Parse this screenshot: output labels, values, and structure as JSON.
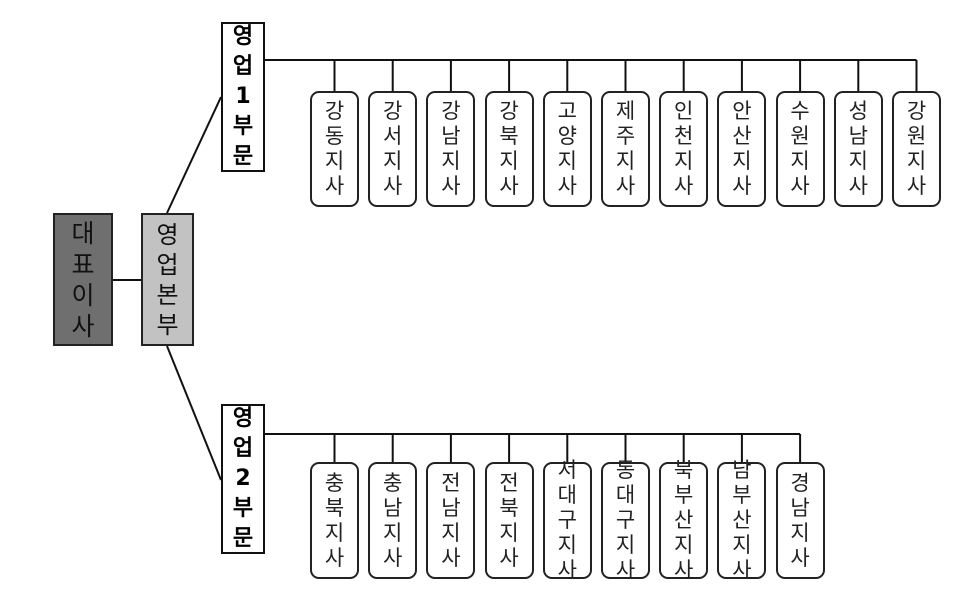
{
  "chart_data": {
    "ceo": {
      "label": "대\n표\n이\n사"
    },
    "hq": {
      "label": "영\n업\n본\n부"
    },
    "divisions": [
      {
        "label": "영\n업\n1\n부\n문",
        "branches": [
          "강\n동\n지\n사",
          "강\n서\n지\n사",
          "강\n남\n지\n사",
          "강\n북\n지\n사",
          "고\n양\n지\n사",
          "제\n주\n지\n사",
          "인\n천\n지\n사",
          "안\n산\n지\n사",
          "수\n원\n지\n사",
          "성\n남\n지\n사",
          "강\n원\n지\n사"
        ]
      },
      {
        "label": "영\n업\n2\n부\n문",
        "branches": [
          "충\n북\n지\n사",
          "충\n남\n지\n사",
          "전\n남\n지\n사",
          "전\n북\n지\n사",
          "서\n대\n구\n지\n사",
          "동\n대\n구\n지\n사",
          "북\n부\n산\n지\n사",
          "남\n부\n산\n지\n사",
          "경\n남\n지\n사"
        ]
      }
    ]
  }
}
